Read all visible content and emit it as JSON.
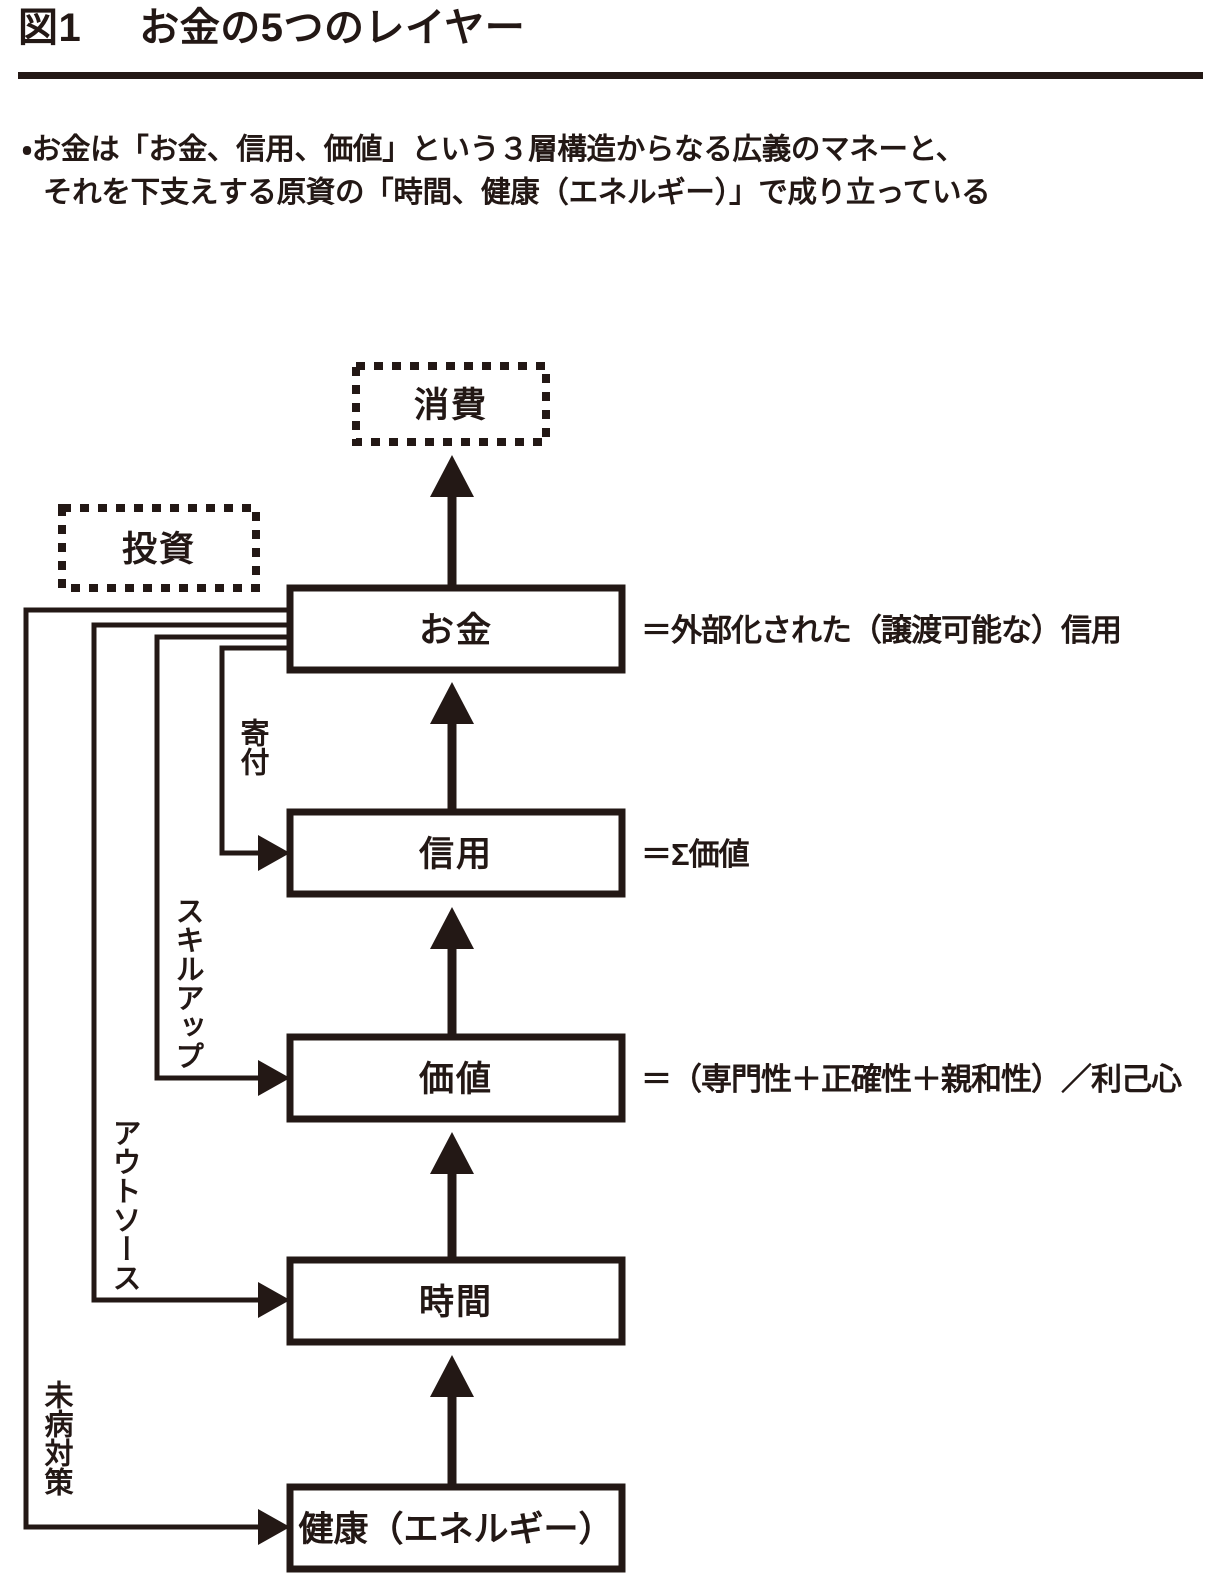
{
  "header": {
    "figure_number": "図1",
    "title": "お金の5つのレイヤー"
  },
  "lead": {
    "line1": "・お金は「お金、信用、価値」という３層構造からなる広義のマネーと、",
    "line2": "それを下支えする原資の「時間、健康（エネルギー）」で成り立っている"
  },
  "diagram": {
    "type": "layer-flow",
    "dashed_nodes": [
      {
        "id": "consumption",
        "label": "消費"
      },
      {
        "id": "investment",
        "label": "投資"
      }
    ],
    "layers": [
      {
        "id": "money",
        "label": "お金",
        "equation": "＝外部化された（譲渡可能な）信用"
      },
      {
        "id": "credit",
        "label": "信用",
        "equation": "＝Σ価値"
      },
      {
        "id": "value",
        "label": "価値",
        "equation": "＝（専門性＋正確性＋親和性）／利己心"
      },
      {
        "id": "time",
        "label": "時間",
        "equation": ""
      },
      {
        "id": "health",
        "label": "健康（エネルギー）",
        "equation": ""
      }
    ],
    "feedback_labels": [
      {
        "id": "donation",
        "label": "寄付",
        "target": "信用"
      },
      {
        "id": "skillup",
        "label": "スキルアップ",
        "target": "価値"
      },
      {
        "id": "outsource",
        "label": "アウトソース",
        "target": "時間"
      },
      {
        "id": "prevention",
        "label": "未病対策",
        "target": "健康（エネルギー）"
      }
    ],
    "upward_flow": [
      "健康（エネルギー）",
      "時間",
      "価値",
      "信用",
      "お金",
      "消費"
    ]
  },
  "colors": {
    "ink": "#231815",
    "paper": "#ffffff"
  }
}
